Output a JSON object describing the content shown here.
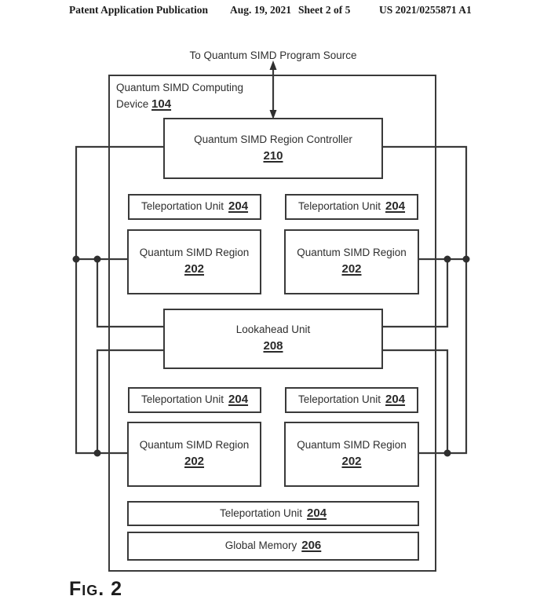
{
  "header": {
    "publication": "Patent Application Publication",
    "date": "Aug. 19, 2021",
    "sheet": "Sheet 2 of 5",
    "patent_number": "US 2021/0255871 A1"
  },
  "diagram": {
    "top_label": "To Quantum SIMD Program Source",
    "device": {
      "label_line1": "Quantum SIMD Computing",
      "label_line2": "Device",
      "ref": "104"
    },
    "controller": {
      "label": "Quantum SIMD Region Controller",
      "ref": "210"
    },
    "lookahead": {
      "label": "Lookahead Unit",
      "ref": "208"
    },
    "teleportation_units": [
      {
        "label": "Teleportation Unit",
        "ref": "204"
      },
      {
        "label": "Teleportation Unit",
        "ref": "204"
      },
      {
        "label": "Teleportation Unit",
        "ref": "204"
      },
      {
        "label": "Teleportation Unit",
        "ref": "204"
      },
      {
        "label": "Teleportation Unit",
        "ref": "204"
      }
    ],
    "regions": [
      {
        "label": "Quantum SIMD Region",
        "ref": "202"
      },
      {
        "label": "Quantum SIMD Region",
        "ref": "202"
      },
      {
        "label": "Quantum SIMD Region",
        "ref": "202"
      },
      {
        "label": "Quantum SIMD Region",
        "ref": "202"
      }
    ],
    "global_memory": {
      "label": "Global Memory",
      "ref": "206"
    },
    "colors": {
      "line": "#3a3a3a",
      "text": "#2f2f2f",
      "header_text": "#1a1a1a",
      "background": "#ffffff"
    }
  },
  "fig_label": "Fig. 2"
}
